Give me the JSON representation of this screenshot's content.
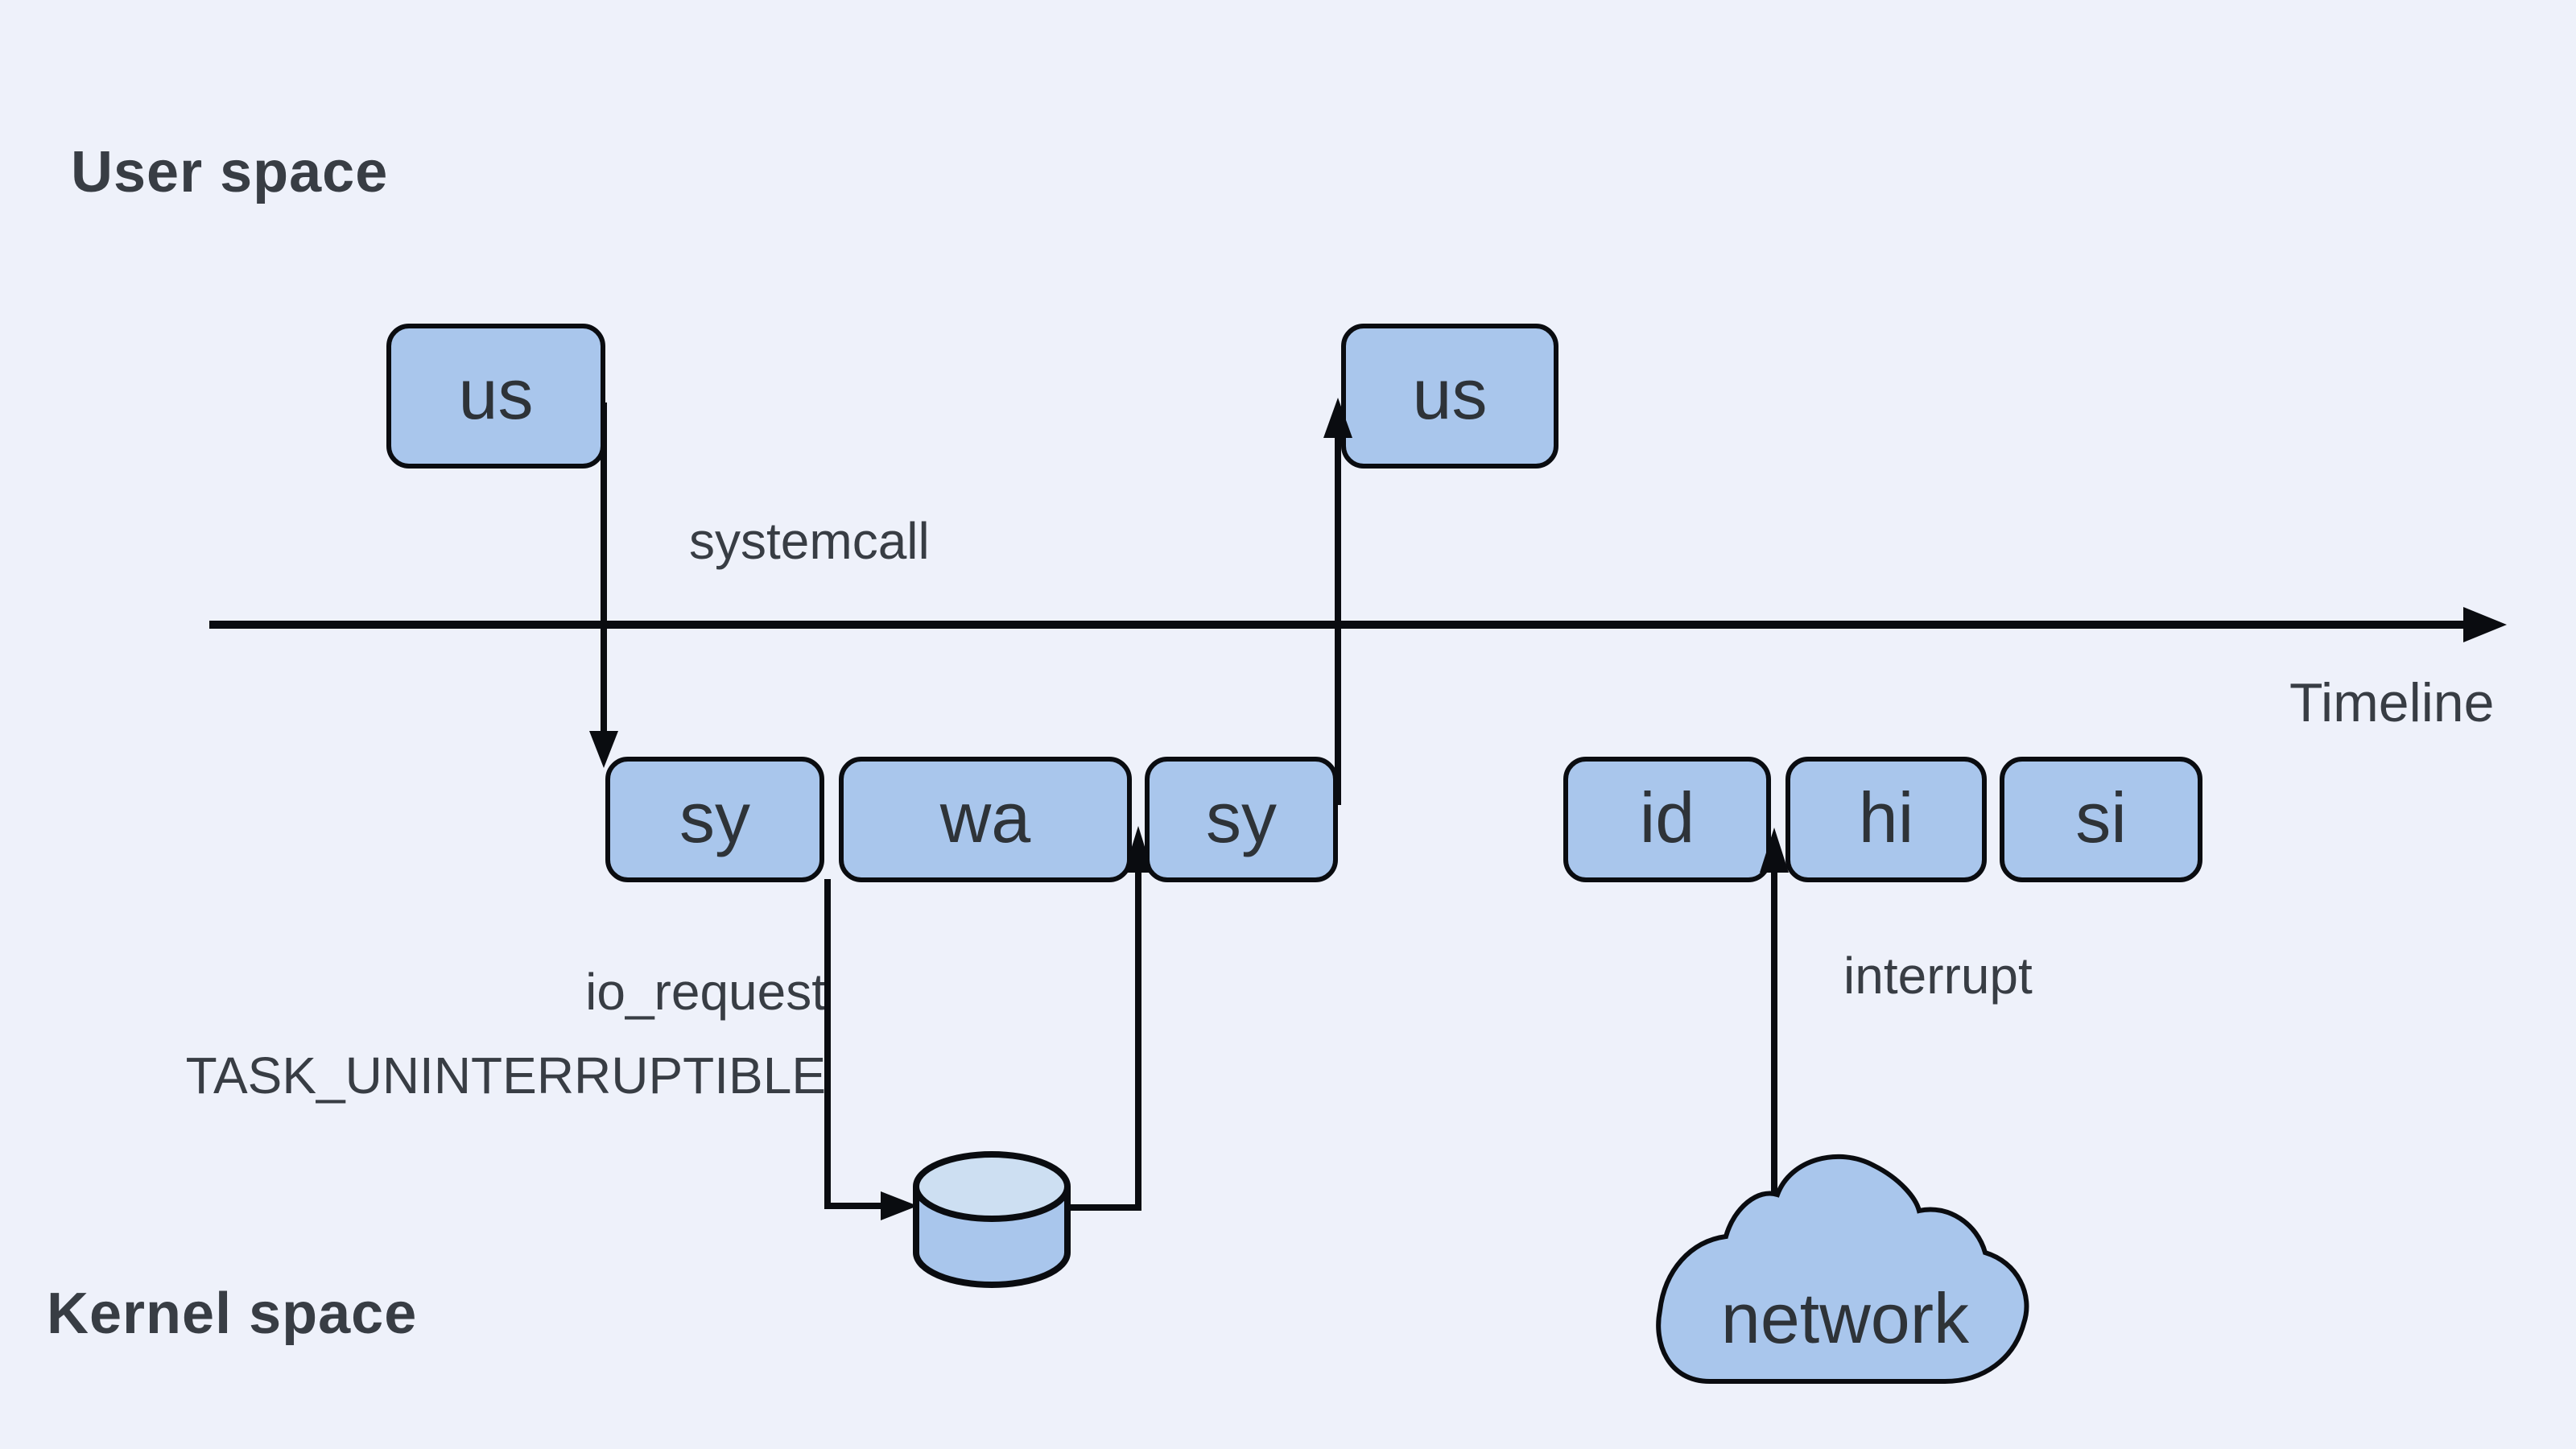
{
  "diagram_type": "kernel-user-space-timeline",
  "colors": {
    "background": "#eef1fa",
    "box_fill": "#a9c6ec",
    "outline": "#0a0c10",
    "box_text": "#2e3338",
    "label_text": "#383d44",
    "cylinder_top": "#cddff2"
  },
  "labels": {
    "user_space": "User space",
    "kernel_space": "Kernel space",
    "timeline": "Timeline",
    "systemcall": "systemcall",
    "io_request": "io_request",
    "task_state": "TASK_UNINTERRUPTIBLE",
    "interrupt": "interrupt",
    "network": "network"
  },
  "boxes": {
    "us1": "us",
    "us2": "us",
    "sy1": "sy",
    "wa": "wa",
    "sy2": "sy",
    "id": "id",
    "hi": "hi",
    "si": "si"
  },
  "icons": [
    "disk-cylinder-icon",
    "network-cloud-icon",
    "timeline-arrow-icon"
  ]
}
